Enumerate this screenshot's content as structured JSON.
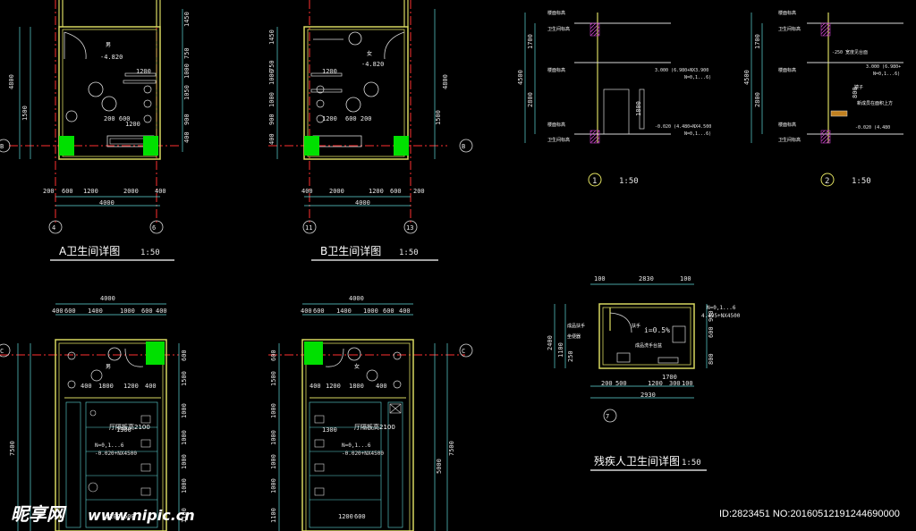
{
  "plan_a": {
    "title": "A卫生间详图",
    "scale": "1:50",
    "gender": "男",
    "elev": "-4.820",
    "dim_1200": "1200",
    "dim_bottom": "200 600",
    "dim_1200b": "1200",
    "left_4800": "4800",
    "left_1500": "1500",
    "r1": "1450",
    "r2": "750",
    "r3": "1000",
    "r4": "1050",
    "r5": "900",
    "r6": "400",
    "b1": "200",
    "b2": "600",
    "b3": "1200",
    "b4": "2000",
    "b5": "400",
    "total": "4000",
    "axis_left": "4",
    "axis_right": "6",
    "axis_row": "B"
  },
  "plan_b": {
    "title": "B卫生间详图",
    "scale": "1:50",
    "gender": "女",
    "elev": "-4.820",
    "dim_1200": "1200",
    "dim_1200b": "1200",
    "dim_bottom": "600 200",
    "l1": "1450",
    "l2": "750",
    "l3": "1000",
    "l4": "1000",
    "l5": "900",
    "l6": "400",
    "right_4800": "4800",
    "right_1500": "1500",
    "b1": "400",
    "b2": "2000",
    "b3": "1200",
    "b4": "600",
    "b5": "200",
    "total": "4000",
    "axis_left": "11",
    "axis_right": "13",
    "axis_row": "B"
  },
  "sec1": {
    "num": "1",
    "scale": "1:50",
    "d4500": "4500",
    "d2800": "2800",
    "d1700": "1700",
    "d1800": "1800",
    "lbl1": "楼面标高",
    "lbl2": "卫生间标高",
    "lbl3": "楼面标高",
    "lbl4": "楼面标高",
    "lbl5": "卫生间标高",
    "n1": "3.000 (6.980+NX3.900",
    "n1b": "N=0,1...6)",
    "n2": "-0.020 (4.480+NX4.500",
    "n2b": "N=0,1...6)"
  },
  "sec2": {
    "num": "2",
    "scale": "1:50",
    "d4500": "4500",
    "d1700": "1700",
    "d2800": "2800",
    "d800": "800",
    "lbl1": "楼面标高",
    "lbl2": "卫生间标高",
    "lbl3": "楼面标高",
    "lbl4": "楼面标高",
    "lbl5": "卫生间标高",
    "n_top": "-250 宽度见台面",
    "n1": "3.000 (6.980+",
    "n1b": "N=0,1...6)",
    "n_mid": "镜子",
    "n_low": "新成员在面积上方",
    "n2": "-0.020 (4.480"
  },
  "plan_c": {
    "gender": "男",
    "d400": "400",
    "d1800": "1800",
    "d1200": "1200",
    "d400b": "400",
    "partition": "厅隔板高2100",
    "n1": "N=0,1...6",
    "n2": "-0.020+NX4500",
    "d1300": "1300",
    "d1200b": "1200",
    "d600": "600",
    "total": "4000",
    "t1": "400",
    "t2": "600",
    "t3": "1400",
    "t4": "1000",
    "t5": "600",
    "t6": "400",
    "l7500": "7500",
    "r1": "600",
    "r2": "1500",
    "r3": "1000",
    "r4": "1000",
    "r5": "1000",
    "r6": "1000",
    "r7": "1100",
    "axis_row": "C"
  },
  "plan_d": {
    "gender": "女",
    "d400": "400",
    "d1200": "1200",
    "d1800": "1800",
    "d400b": "400",
    "partition": "厅隔板高2100",
    "n1": "N=0,1...6",
    "n2": "-0.020+NX4500",
    "d1300": "1300",
    "d1200b": "1200",
    "d600": "600",
    "total": "4000",
    "t1": "400",
    "t2": "600",
    "t3": "1400",
    "t4": "1000",
    "t5": "600",
    "t6": "400",
    "l1": "600",
    "l2": "1500",
    "l3": "1000",
    "l4": "1000",
    "l5": "1000",
    "l6": "1000",
    "l7": "1100",
    "r7500": "7500",
    "r5000": "5000",
    "axis_row": "C"
  },
  "access": {
    "title": "残疾人卫生间详图",
    "scale": "1:50",
    "t100a": "100",
    "t2830": "2830",
    "t100b": "100",
    "l2400": "2400",
    "l1100": "1100",
    "l250": "250",
    "r900": "900",
    "r600": "600",
    "r800": "800",
    "n1": "N=0,1...6",
    "n2": "4.495+NX4500",
    "slope": "i=0.5%",
    "lbl1": "成品扶手",
    "lbl2": "坐便器",
    "lbl3": "扶手",
    "lbl4": "成品洗手台盆",
    "b1700": "1700",
    "b200": "200",
    "b500": "500",
    "b1200": "1200",
    "b300": "300",
    "b100": "100",
    "b2930": "2930",
    "axis": "7"
  },
  "watermark": {
    "site_name": "昵享网",
    "url": "www.nipic.cn",
    "id_text": "ID:2823451 NO:20160512191244690000"
  }
}
